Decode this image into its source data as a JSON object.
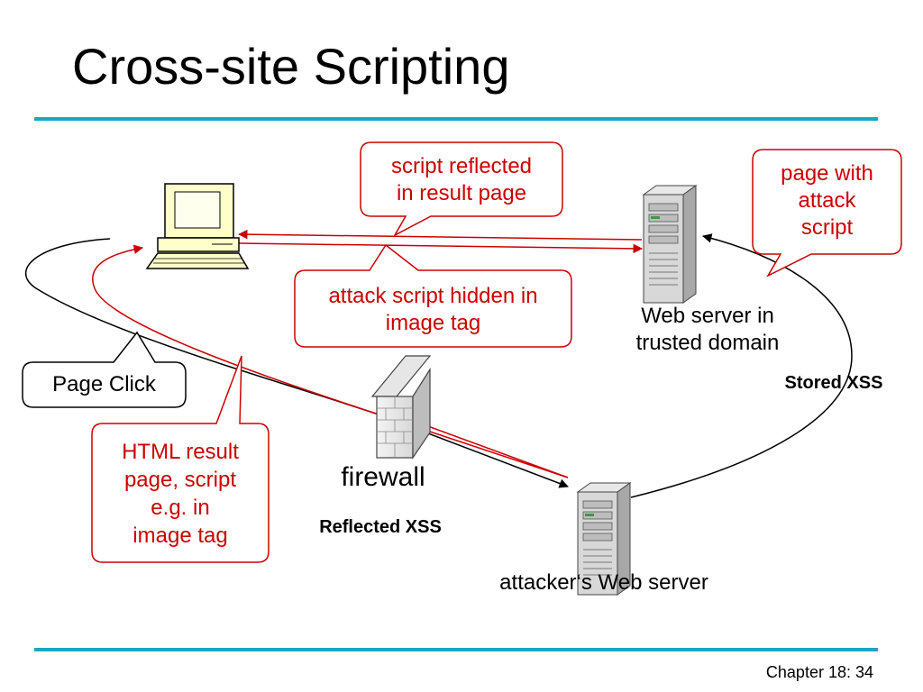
{
  "slide": {
    "title": "Cross-site Scripting",
    "footer": "Chapter 18: 34"
  },
  "nodes": {
    "client": {
      "icon": "desktop-computer-icon"
    },
    "trusted_server": {
      "icon": "server-tower-icon",
      "label_line1": "Web server in",
      "label_line2": "trusted domain"
    },
    "attacker_server": {
      "icon": "server-tower-icon",
      "label": "attacker‘s Web server"
    },
    "firewall": {
      "icon": "brick-wall-icon",
      "label": "firewall"
    }
  },
  "callouts": {
    "script_reflected": {
      "line1": "script reflected",
      "line2": "in result page"
    },
    "page_with_attack": {
      "line1": "page with",
      "line2": "attack",
      "line3": "script"
    },
    "attack_hidden": {
      "line1": "attack script hidden in",
      "line2": "image tag"
    },
    "page_click": {
      "line1": "Page Click"
    },
    "html_result": {
      "line1": "HTML result",
      "line2": "page, script",
      "line3": "e.g. in",
      "line4": "image tag"
    }
  },
  "flow_labels": {
    "stored": "Stored XSS",
    "reflected": "Reflected XSS"
  },
  "colors": {
    "accent_rule": "#1aa6c4",
    "callout_red": "#cc0000",
    "arrow_red": "#cc0000",
    "arrow_black": "#000000"
  }
}
